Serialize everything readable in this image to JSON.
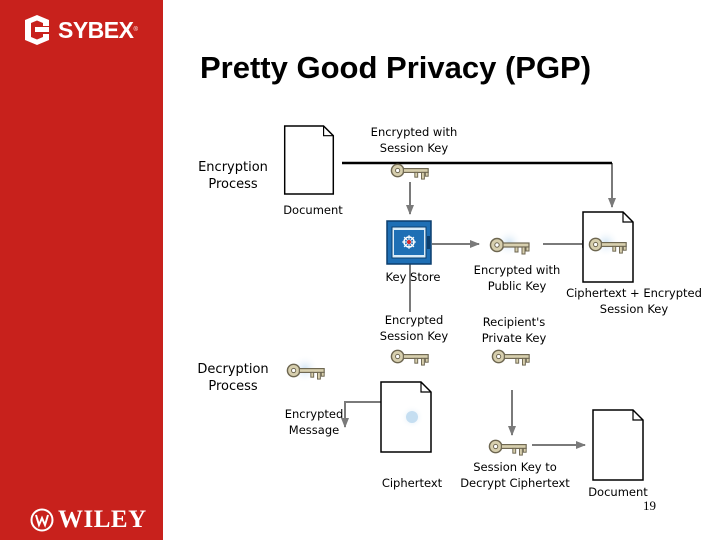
{
  "brand": {
    "top": "SYBEX",
    "bottom": "WILEY",
    "colors": {
      "sidebar": "#c8211c",
      "storage_blue": "#1e6fb5"
    }
  },
  "slide": {
    "title": "Pretty Good Privacy (PGP)",
    "page_number": "19"
  },
  "labels": {
    "encrypted_session_key_line1": "Encrypted with",
    "encrypted_session_key_line2": "Session Key",
    "encryption_process_line1": "Encryption",
    "encryption_process_line2": "Process",
    "document_top": "Document",
    "key_store": "Key Store",
    "encrypted_public_key_line1": "Encrypted with",
    "encrypted_public_key_line2": "Public Key",
    "ciphertext_encrypted_line1": "Ciphertext + Encrypted",
    "ciphertext_encrypted_line2": "Session Key",
    "encrypted_session_key2_line1": "Encrypted",
    "encrypted_session_key2_line2": "Session Key",
    "recipient_private_key_line1": "Recipient's",
    "recipient_private_key_line2": "Private Key",
    "decryption_process_line1": "Decryption",
    "decryption_process_line2": "Process",
    "encrypted_message_line1": "Encrypted",
    "encrypted_message_line2": "Message",
    "ciphertext": "Ciphertext",
    "session_key_decrypt_line1": "Session Key to",
    "session_key_decrypt_line2": "Decrypt Ciphertext",
    "document_bottom": "Document"
  },
  "icons": [
    "document-icon",
    "key-icon",
    "key-store-icon",
    "sybex-logo-icon",
    "wiley-logo-icon"
  ]
}
